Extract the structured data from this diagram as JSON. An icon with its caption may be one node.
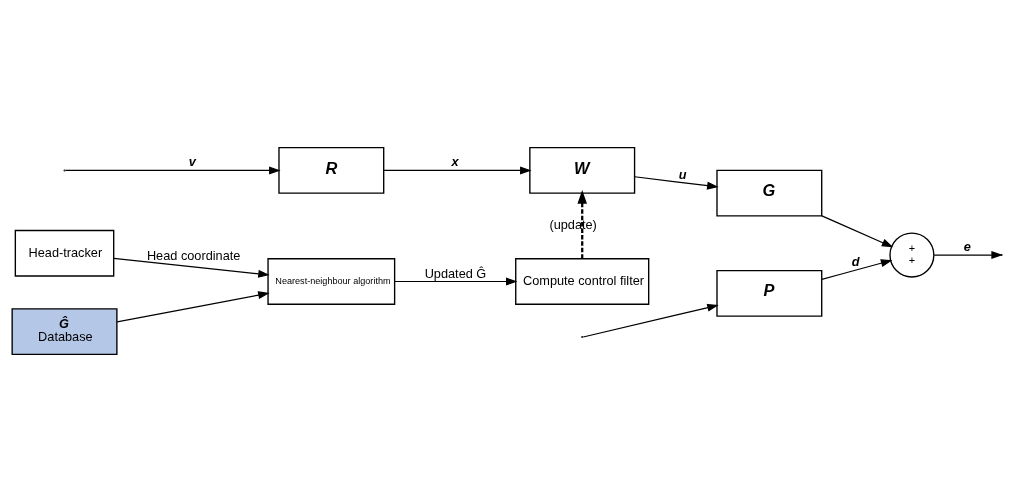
{
  "diagram": {
    "nodes": [
      {
        "text": [
          "P"
        ]
      },
      {
        "text": [
          "R"
        ]
      },
      {
        "text": [
          "W"
        ]
      },
      {
        "text": [
          "G"
        ]
      },
      {
        "text": [
          "+",
          "+"
        ]
      },
      {
        "text": [
          "Head-tracker"
        ]
      },
      {
        "text": [
          "Nearest-neighbour algorithm"
        ]
      },
      {
        "text": [
          "Compute control filter"
        ]
      },
      {
        "text": [
          "Ĝ",
          "Database"
        ]
      }
    ],
    "edges": [
      {
        "from": null,
        "to": 1,
        "arrow": "to",
        "label": "v"
      },
      {
        "from": null,
        "to": 0,
        "arrow": "to"
      },
      {
        "from": 1,
        "to": 2,
        "arrow": "to",
        "label": "x"
      },
      {
        "from": 2,
        "to": 3,
        "arrow": "to",
        "label": "u"
      },
      {
        "from": 3,
        "to": 4,
        "arrow": "to"
      },
      {
        "from": 0,
        "to": 4,
        "arrow": "to",
        "label": "d"
      },
      {
        "from": 4,
        "to": null,
        "arrow": "to",
        "label": "e"
      },
      {
        "from": 7,
        "to": 2,
        "arrow": "to",
        "label": "(update)",
        "style": "dashed"
      },
      {
        "from": 5,
        "to": 6,
        "arrow": "to",
        "label": "Head coordinate"
      },
      {
        "from": 6,
        "to": 7,
        "arrow": "to",
        "label": "Updated Ĝ"
      },
      {
        "from": 8,
        "to": 6,
        "arrow": "to"
      }
    ]
  }
}
